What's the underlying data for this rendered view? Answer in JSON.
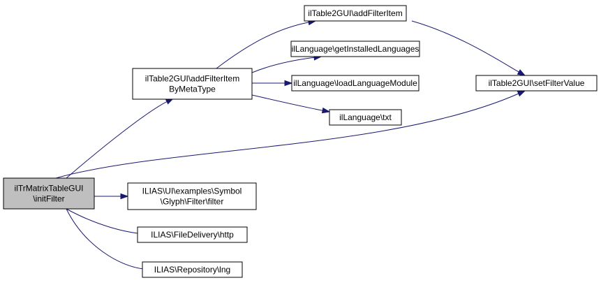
{
  "colors": {
    "edge": "#191970",
    "root_fill": "#bfbfbf",
    "node_fill": "#ffffff",
    "border": "#000000"
  },
  "nodes": [
    {
      "id": "root",
      "lines": [
        "ilTrMatrixTableGUI",
        "\\initFilter"
      ]
    },
    {
      "id": "addFilterItemByMetaType",
      "lines": [
        "ilTable2GUI\\addFilterItem",
        "ByMetaType"
      ]
    },
    {
      "id": "addFilterItem",
      "lines": [
        "ilTable2GUI\\addFilterItem"
      ]
    },
    {
      "id": "getInstalledLanguages",
      "lines": [
        "ilLanguage\\getInstalledLanguages"
      ]
    },
    {
      "id": "loadLanguageModule",
      "lines": [
        "ilLanguage\\loadLanguageModule"
      ]
    },
    {
      "id": "txt",
      "lines": [
        "ilLanguage\\txt"
      ]
    },
    {
      "id": "setFilterValue",
      "lines": [
        "ilTable2GUI\\setFilterValue"
      ]
    },
    {
      "id": "filter",
      "lines": [
        "ILIAS\\UI\\examples\\Symbol",
        "\\Glyph\\Filter\\filter"
      ]
    },
    {
      "id": "http",
      "lines": [
        "ILIAS\\FileDelivery\\http"
      ]
    },
    {
      "id": "lng",
      "lines": [
        "ILIAS\\Repository\\lng"
      ]
    }
  ],
  "edges": [
    {
      "from": "root",
      "to": "addFilterItemByMetaType"
    },
    {
      "from": "root",
      "to": "setFilterValue"
    },
    {
      "from": "root",
      "to": "filter"
    },
    {
      "from": "root",
      "to": "http"
    },
    {
      "from": "root",
      "to": "lng"
    },
    {
      "from": "addFilterItemByMetaType",
      "to": "addFilterItem"
    },
    {
      "from": "addFilterItemByMetaType",
      "to": "getInstalledLanguages"
    },
    {
      "from": "addFilterItemByMetaType",
      "to": "loadLanguageModule"
    },
    {
      "from": "addFilterItemByMetaType",
      "to": "txt"
    },
    {
      "from": "addFilterItem",
      "to": "setFilterValue"
    }
  ]
}
